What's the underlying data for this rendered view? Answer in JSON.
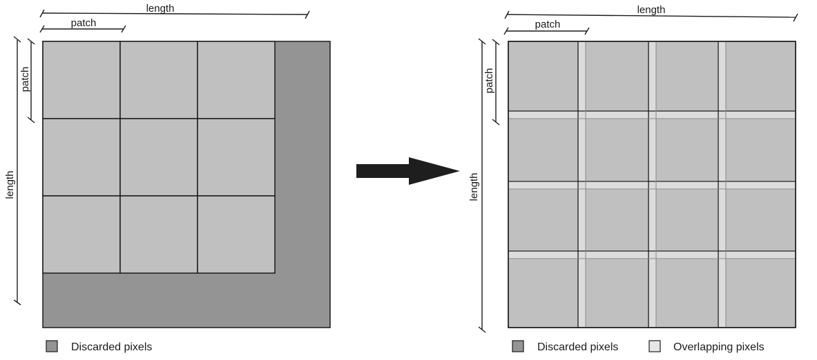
{
  "left_panel": {
    "top_length_label": "length",
    "top_patch_label": "patch",
    "side_length_label": "length",
    "side_patch_label": "patch",
    "legend": {
      "label": "Discarded pixels",
      "swatch_color": "#949494"
    }
  },
  "right_panel": {
    "top_length_label": "length",
    "top_patch_label": "patch",
    "side_length_label": "length",
    "side_patch_label": "patch",
    "legend": [
      {
        "label": "Discarded pixels",
        "swatch_color": "#949494"
      },
      {
        "label": "Overlapping pixels",
        "swatch_color": "#e6e6e6"
      }
    ]
  },
  "colors": {
    "discarded": "#949494",
    "patch": "#c0c0c0",
    "overlap": "#dcdcdc",
    "arrow": "#1e1e1e",
    "line": "#1a1a1a"
  }
}
